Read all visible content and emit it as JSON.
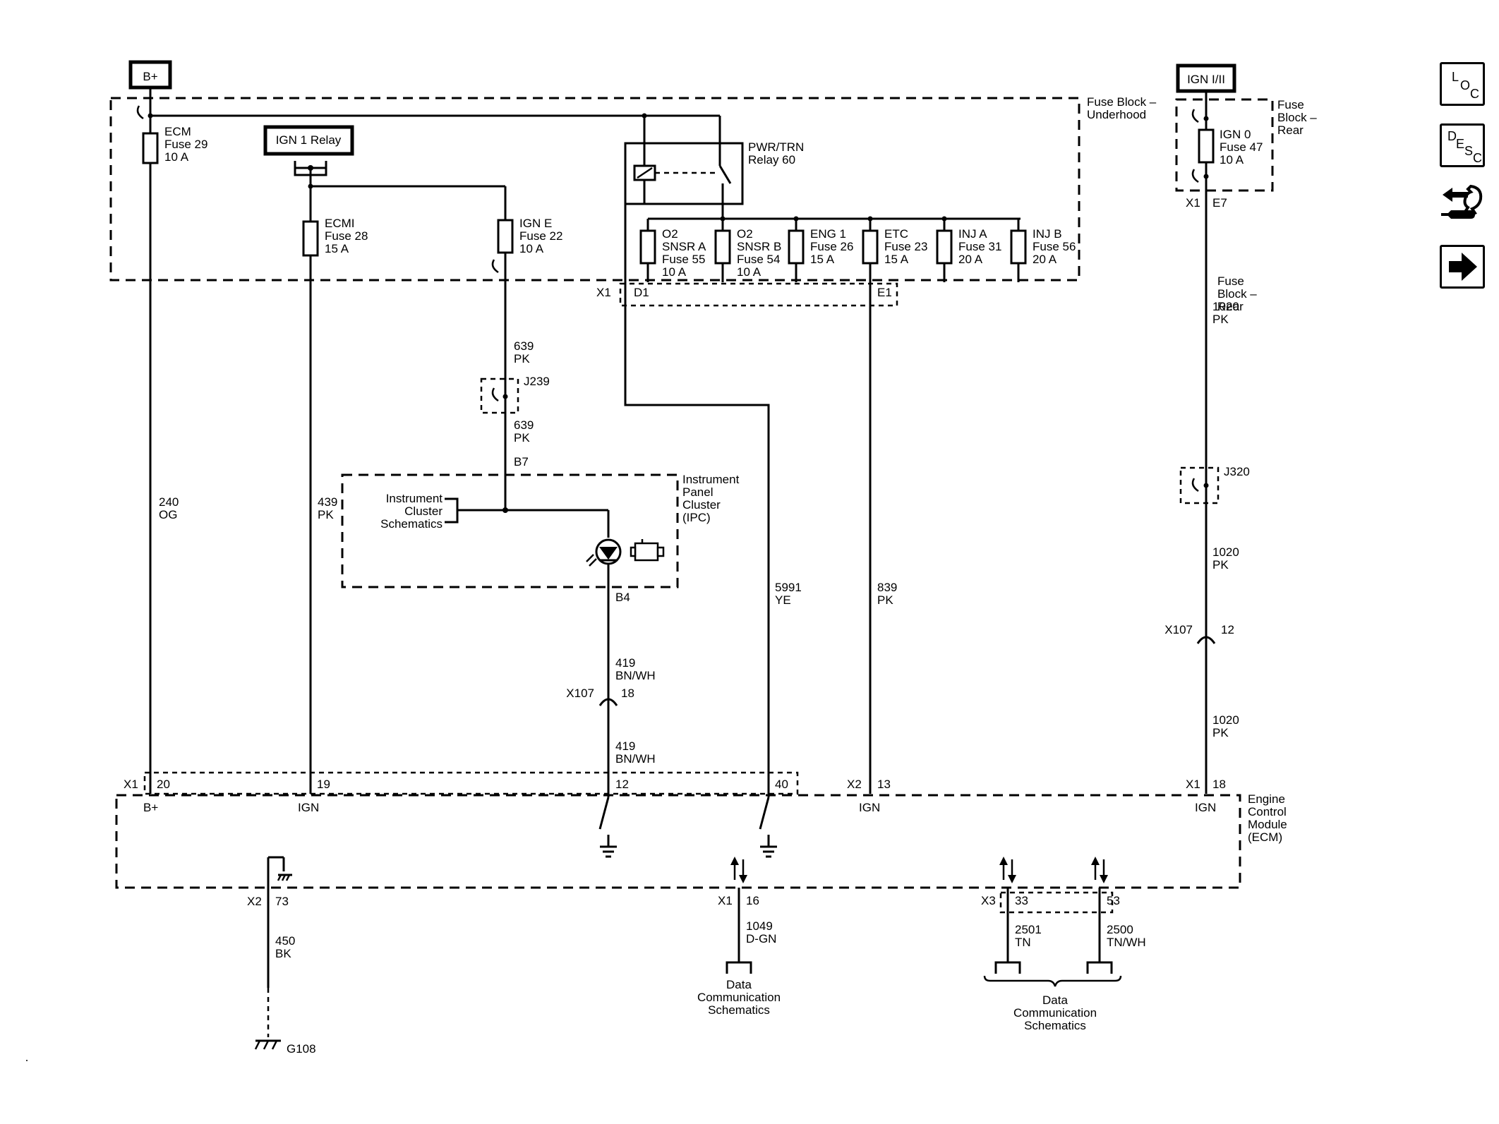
{
  "diagram": {
    "power_sources": {
      "battery": "B+",
      "ignition": "IGN I/II"
    },
    "fuse_blocks": {
      "underhood": [
        "Fuse Block –",
        "Underhood"
      ],
      "rear_top": [
        "Fuse",
        "Block –",
        "Rear"
      ],
      "rear_side": [
        "Fuse",
        "Block –",
        "Rear"
      ]
    },
    "relays": {
      "ign1": "IGN 1 Relay",
      "pwrtrn": [
        "PWR/TRN",
        "Relay 60"
      ]
    },
    "fuses": [
      {
        "lines": [
          "ECM",
          "Fuse 29",
          "10 A"
        ]
      },
      {
        "lines": [
          "ECMI",
          "Fuse 28",
          "15 A"
        ]
      },
      {
        "lines": [
          "IGN E",
          "Fuse 22",
          "10 A"
        ]
      },
      {
        "lines": [
          "O2",
          "SNSR A",
          "Fuse 55",
          "10 A"
        ]
      },
      {
        "lines": [
          "O2",
          "SNSR B",
          "Fuse 54",
          "10 A"
        ]
      },
      {
        "lines": [
          "ENG 1",
          "Fuse 26",
          "15 A"
        ]
      },
      {
        "lines": [
          "ETC",
          "Fuse 23",
          "15 A"
        ]
      },
      {
        "lines": [
          "INJ A",
          "Fuse 31",
          "20 A"
        ]
      },
      {
        "lines": [
          "INJ B",
          "Fuse 56",
          "20 A"
        ]
      },
      {
        "lines": [
          "IGN 0",
          "Fuse 47",
          "10 A"
        ]
      }
    ],
    "connectors": {
      "x1": "X1",
      "x2": "X2",
      "x3": "X3",
      "x107": "X107",
      "d1": "D1",
      "e1": "E1",
      "e7": "E7",
      "b7": "B7",
      "b4": "B4",
      "pin12": "12",
      "pin18": "18",
      "pin20": "20",
      "pin19": "19",
      "pin40": "40",
      "pin13": "13",
      "pin73": "73",
      "pin16": "16",
      "pin33": "33",
      "pin53": "53"
    },
    "splices": {
      "j239": "J239",
      "j320": "J320"
    },
    "ground": "G108",
    "wires": {
      "w240": [
        "240",
        "OG"
      ],
      "w439": [
        "439",
        "PK"
      ],
      "w639a": [
        "639",
        "PK"
      ],
      "w639b": [
        "639",
        "PK"
      ],
      "w419a": [
        "419",
        "BN/WH"
      ],
      "w419b": [
        "419",
        "BN/WH"
      ],
      "w5991": [
        "5991",
        "YE"
      ],
      "w839": [
        "839",
        "PK"
      ],
      "w1020a": [
        "1020",
        "PK"
      ],
      "w1020b": [
        "1020",
        "PK"
      ],
      "w1020c": [
        "1020",
        "PK"
      ],
      "w450": [
        "450",
        "BK"
      ],
      "w1049": [
        "1049",
        "D-GN"
      ],
      "w2501": [
        "2501",
        "TN"
      ],
      "w2500": [
        "2500",
        "TN/WH"
      ]
    },
    "ipc": {
      "label": [
        "Instrument",
        "Panel",
        "Cluster",
        "(IPC)"
      ],
      "ref": [
        "Instrument",
        "Cluster",
        "Schematics"
      ]
    },
    "ecm": {
      "label": [
        "Engine",
        "Control",
        "Module",
        "(ECM)"
      ],
      "pins": {
        "bplus": "B+",
        "ign": "IGN"
      }
    },
    "data_comm": [
      "Data",
      "Communication",
      "Schematics"
    ]
  },
  "nav": {
    "loc": {
      "l1": "L",
      "l2": "O",
      "l3": "C",
      "icon": "location-icon"
    },
    "desc": {
      "l1": "D",
      "l2": "E",
      "l3": "S",
      "l4": "C",
      "icon": "description-icon"
    },
    "tools": {
      "icon": "wrench-icon"
    },
    "next": {
      "icon": "arrow-right-icon"
    }
  }
}
